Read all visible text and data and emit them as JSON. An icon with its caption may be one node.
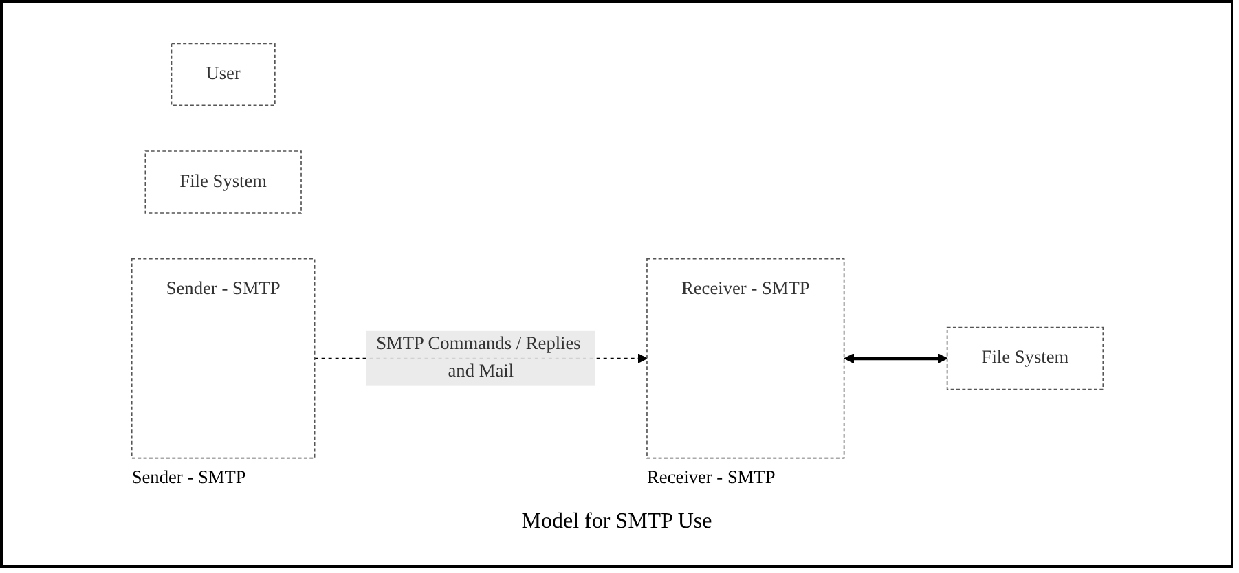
{
  "diagram": {
    "caption": "Model for SMTP Use",
    "nodes": [
      {
        "text": [
          "User"
        ]
      },
      {
        "text": [
          "File System"
        ]
      },
      {
        "text": [
          "Sender - SMTP"
        ],
        "beside": [
          "Sender - SMTP"
        ]
      },
      {
        "text": [
          "Receiver - SMTP"
        ],
        "beside": [
          "Receiver - SMTP"
        ]
      },
      {
        "text": [
          "File System"
        ]
      }
    ],
    "edges": [
      {
        "from": 2,
        "to": 3,
        "arrow": "to",
        "label": "SMTP Commands / Replies and Mail",
        "style": "dashed"
      },
      {
        "from": 3,
        "to": 4,
        "arrow": "both",
        "style": "thick"
      }
    ]
  }
}
